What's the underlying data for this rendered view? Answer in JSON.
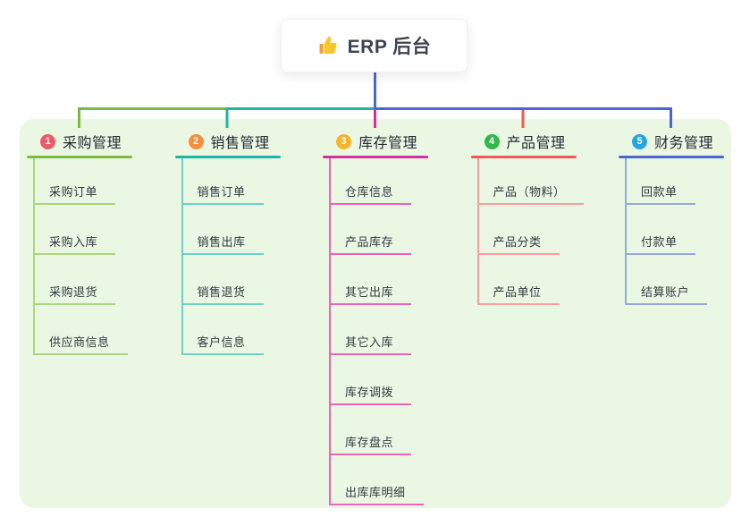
{
  "root": {
    "title": "ERP 后台",
    "icon": "thumbs-up-icon"
  },
  "colors": {
    "panel_bg": "#eaf7e3",
    "root_stem": "#4a66d4",
    "root_title_text": "#3b4350",
    "branch_label_text": "#262b33",
    "child_label_text": "#333943"
  },
  "branches": [
    {
      "number": "1",
      "label": "采购管理",
      "colors": {
        "badge": "#ee5a6a",
        "main": "#7cb93f",
        "light": "#a9d77d"
      },
      "children": [
        "采购订单",
        "采购入库",
        "采购退货",
        "供应商信息"
      ]
    },
    {
      "number": "2",
      "label": "销售管理",
      "colors": {
        "badge": "#f78e3d",
        "main": "#1db5a5",
        "light": "#6fd0c4"
      },
      "children": [
        "销售订单",
        "销售出库",
        "销售退货",
        "客户信息"
      ]
    },
    {
      "number": "3",
      "label": "库存管理",
      "colors": {
        "badge": "#f5b32e",
        "main": "#d6309c",
        "light": "#ea64ba"
      },
      "children": [
        "仓库信息",
        "产品库存",
        "其它出库",
        "其它入库",
        "库存调拨",
        "库存盘点",
        "出库库明细"
      ]
    },
    {
      "number": "4",
      "label": "产品管理",
      "colors": {
        "badge": "#32b84d",
        "main": "#f25858",
        "light": "#f6a0a0"
      },
      "children": [
        "产品（物料）",
        "产品分类",
        "产品单位"
      ]
    },
    {
      "number": "5",
      "label": "财务管理",
      "colors": {
        "badge": "#27a5de",
        "main": "#4a66d4",
        "light": "#93a9e0"
      },
      "children": [
        "回款单",
        "付款单",
        "结算账户"
      ]
    }
  ]
}
